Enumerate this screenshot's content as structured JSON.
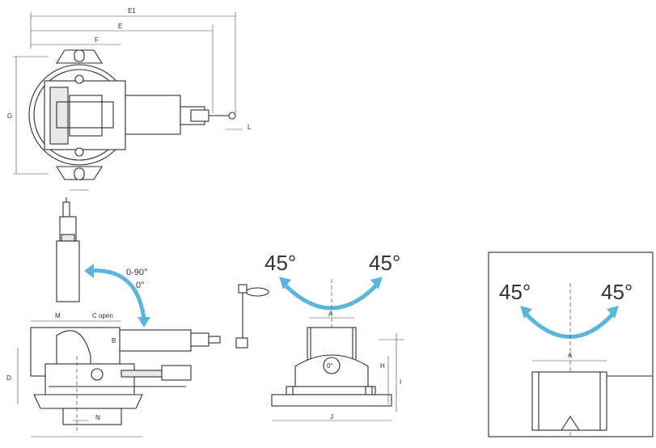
{
  "top_view": {
    "dim_e1": "E1",
    "dim_e": "E",
    "dim_f": "F",
    "dim_g": "G",
    "dim_l": "L"
  },
  "tilt_view": {
    "angle_range": "0-90°",
    "angle_zero": "0°",
    "dim_m": "M",
    "dim_c_open": "C open",
    "dim_b": "B",
    "dim_d": "D",
    "dim_n": "N"
  },
  "front_view": {
    "swivel_left": "45°",
    "swivel_right": "45°",
    "dim_a": "A",
    "dim_h": "H",
    "dim_i": "I",
    "dim_j": "J",
    "dial_mark": "0°"
  },
  "detail_box": {
    "swivel_left": "45°",
    "swivel_right": "45°",
    "dim_a": "A"
  },
  "colors": {
    "arrow": "#5bb5dc",
    "line": "#2d2d2d"
  }
}
